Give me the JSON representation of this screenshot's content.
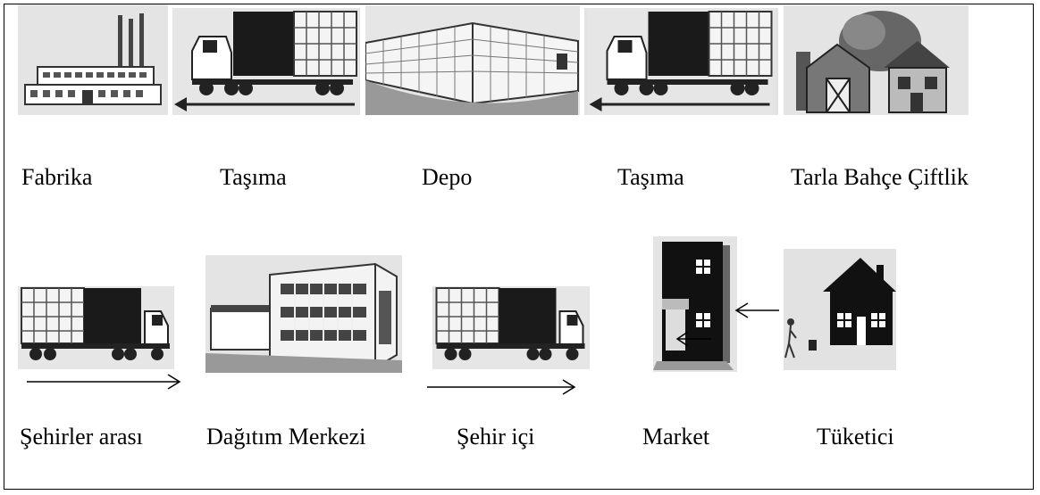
{
  "row1": {
    "labels": [
      "Fabrika",
      "Taşıma",
      "Depo",
      "Taşıma",
      "Tarla Bahçe Çiftlik"
    ]
  },
  "row2": {
    "labels": [
      "Şehirler arası",
      "Dağıtım Merkezi",
      "Şehir içi",
      "Market",
      "Tüketici"
    ]
  },
  "icons": {
    "row1": [
      "factory-icon",
      "truck-left-icon",
      "warehouse-icon",
      "truck-left-icon",
      "farm-icon"
    ],
    "row2": [
      "truck-right-icon",
      "distribution-center-icon",
      "truck-right-icon",
      "market-building-icon",
      "house-icon"
    ]
  }
}
